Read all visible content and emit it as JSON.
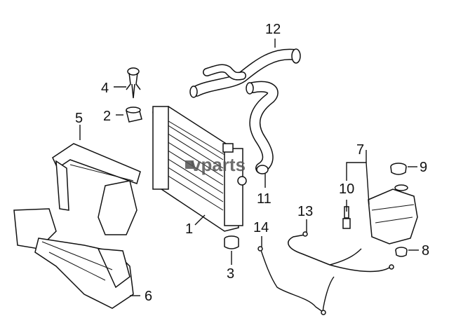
{
  "diagram": {
    "watermark": "vparts",
    "parts": [
      {
        "id": "1",
        "label": "1"
      },
      {
        "id": "2",
        "label": "2"
      },
      {
        "id": "3",
        "label": "3"
      },
      {
        "id": "4",
        "label": "4"
      },
      {
        "id": "5",
        "label": "5"
      },
      {
        "id": "6",
        "label": "6"
      },
      {
        "id": "7",
        "label": "7"
      },
      {
        "id": "8",
        "label": "8"
      },
      {
        "id": "9",
        "label": "9"
      },
      {
        "id": "10",
        "label": "10"
      },
      {
        "id": "11",
        "label": "11"
      },
      {
        "id": "12",
        "label": "12"
      },
      {
        "id": "13",
        "label": "13"
      },
      {
        "id": "14",
        "label": "14"
      }
    ]
  }
}
